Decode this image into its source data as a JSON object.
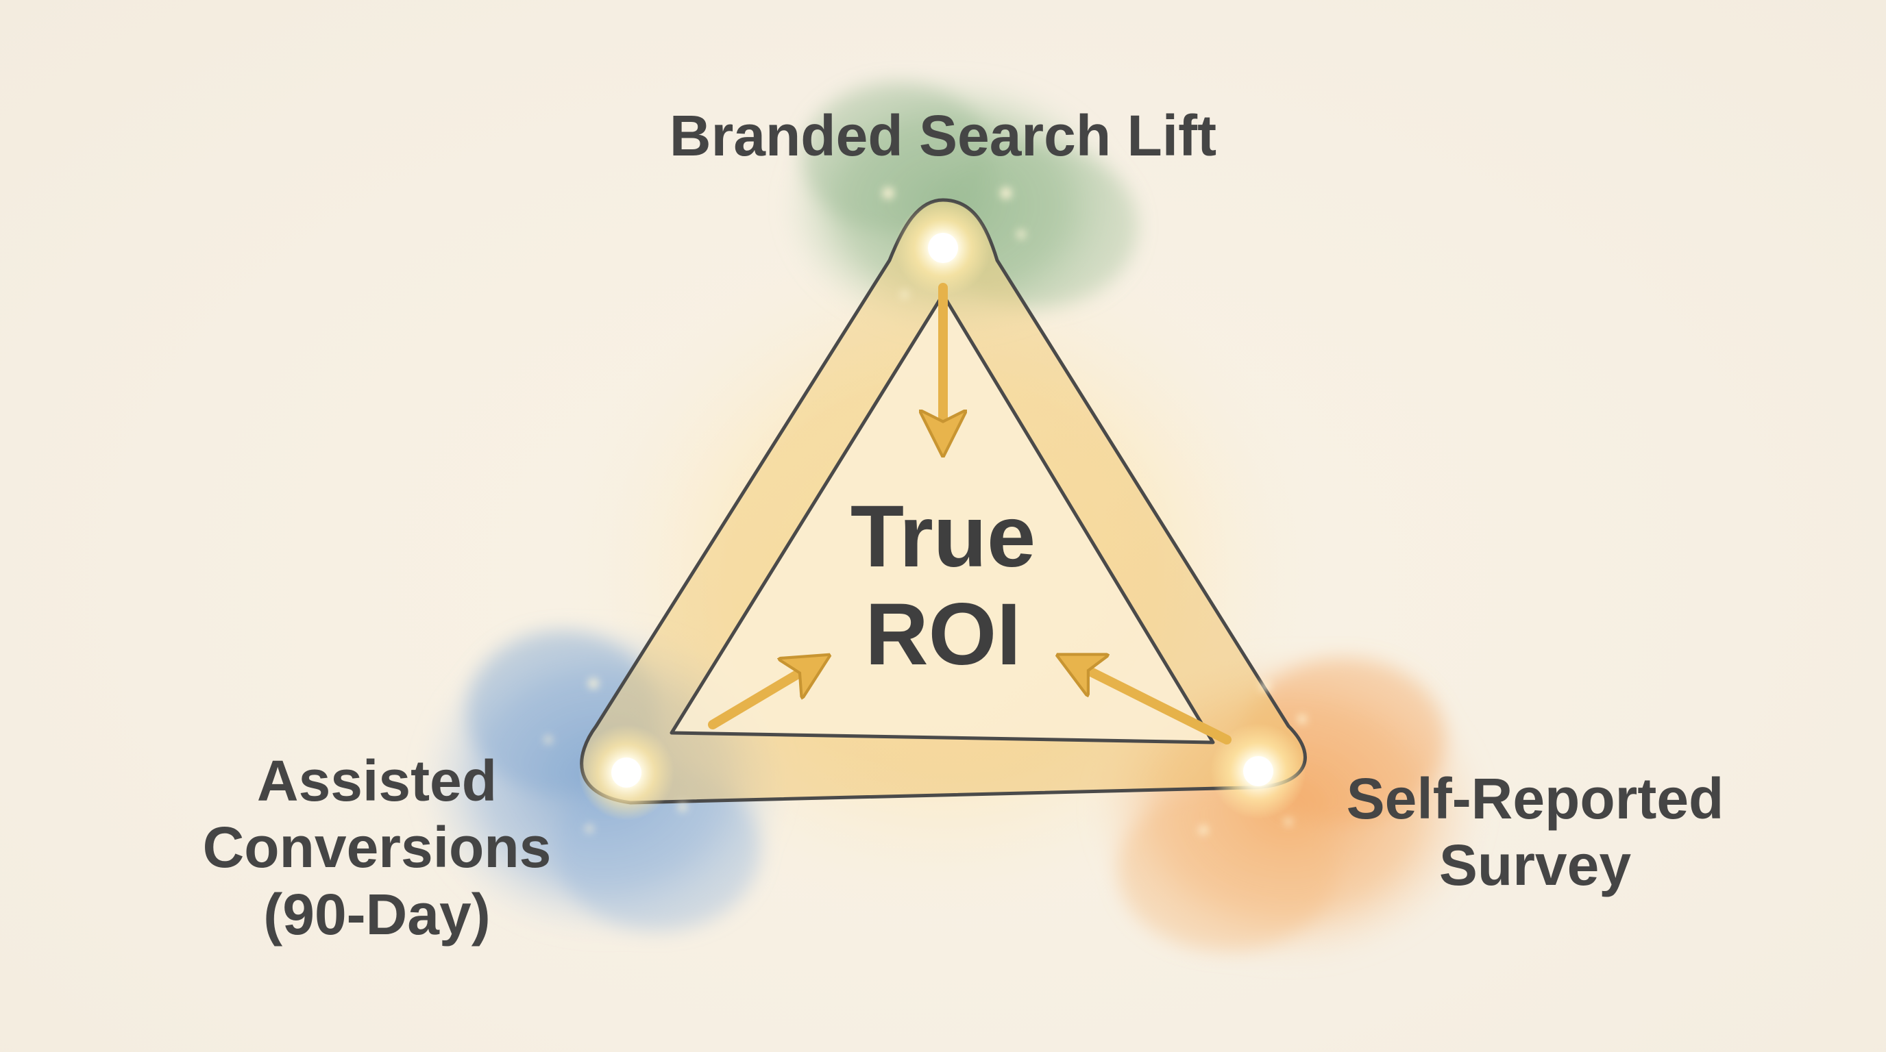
{
  "center": {
    "line1": "True",
    "line2": "ROI"
  },
  "nodes": {
    "top": {
      "label": "Branded Search Lift",
      "color": "#7fa87a"
    },
    "left": {
      "lines": [
        "Assisted",
        "Conversions",
        "(90-Day)"
      ],
      "color": "#6f97c7"
    },
    "right": {
      "lines": [
        "Self-Reported",
        "Survey"
      ],
      "color": "#f0a35a"
    }
  },
  "colors": {
    "background": "#f7f1e6",
    "outline": "#4a4a4a",
    "arrow": "#e6b24a",
    "glow": "#ffe9b0",
    "text": "#454545"
  }
}
